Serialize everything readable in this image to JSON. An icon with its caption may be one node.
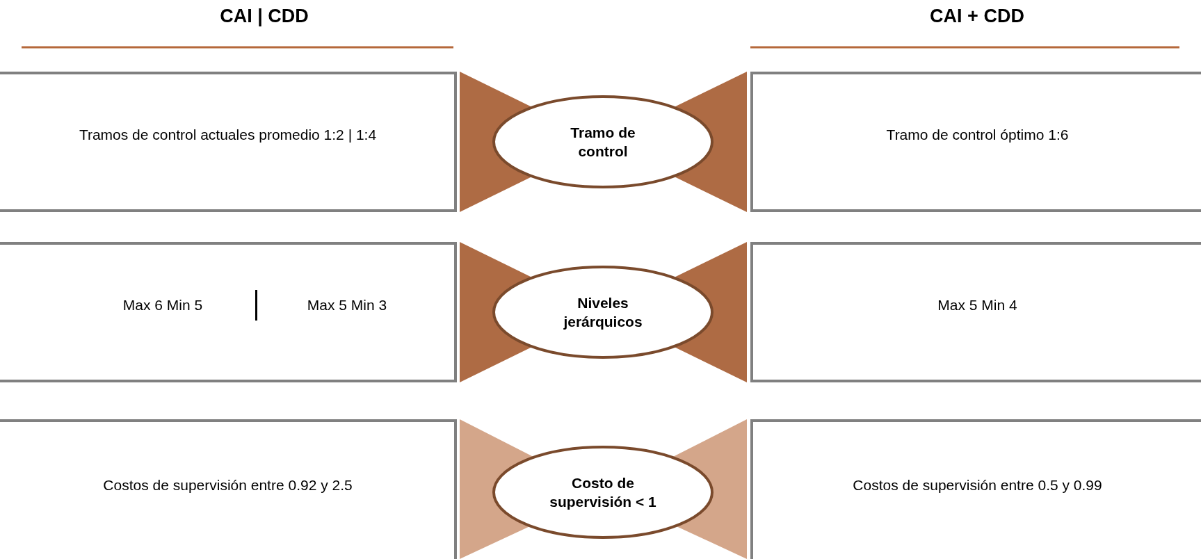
{
  "diagram": {
    "nodes": [
      {
        "text": [
          "Tramos de control actuales promedio 1:2 | 1:4"
        ]
      },
      {
        "text": [
          "Tramo de control"
        ]
      },
      {
        "text": [
          "Tramo de control óptimo 1:6"
        ]
      },
      {
        "text": [
          "Max 6 Min 5",
          "Max 5 Min 3"
        ]
      },
      {
        "text": [
          "Niveles jerárquicos"
        ]
      },
      {
        "text": [
          "Max 5 Min 4"
        ]
      },
      {
        "text": [
          "Costos de supervisión entre 0.92 y 2.5"
        ]
      },
      {
        "text": [
          "Costo de supervisión < 1"
        ]
      },
      {
        "text": [
          "Costos de supervisión entre 0.5 y 0.99"
        ]
      }
    ],
    "labels": [
      "CAI | CDD",
      "CAI + CDD"
    ]
  }
}
